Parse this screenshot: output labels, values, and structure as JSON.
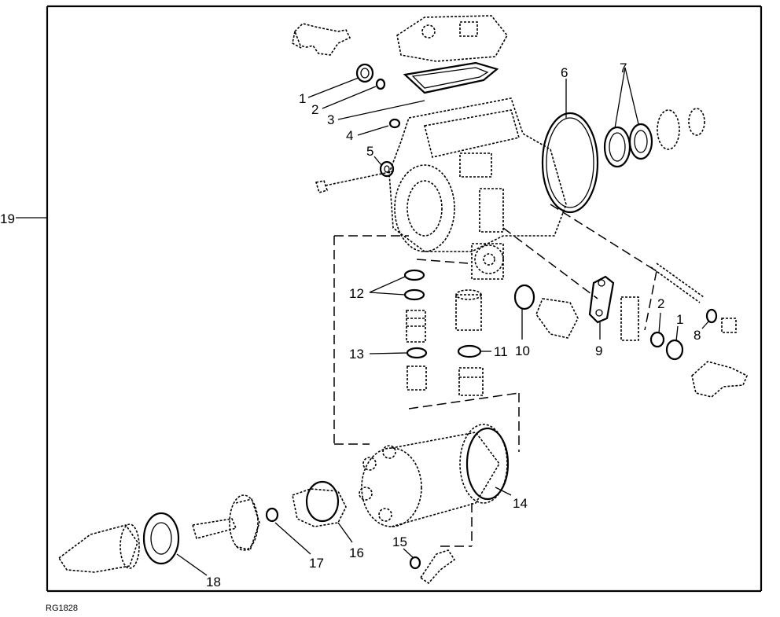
{
  "callouts": {
    "c1a": "1",
    "c2a": "2",
    "c3": "3",
    "c4": "4",
    "c5": "5",
    "c6": "6",
    "c7": "7",
    "c8": "8",
    "c9": "9",
    "c10": "10",
    "c11": "11",
    "c12": "12",
    "c13": "13",
    "c14": "14",
    "c15": "15",
    "c16": "16",
    "c17": "17",
    "c18": "18",
    "c19": "19",
    "c1b": "1",
    "c2b": "2"
  },
  "figure_ref": "RG1828"
}
